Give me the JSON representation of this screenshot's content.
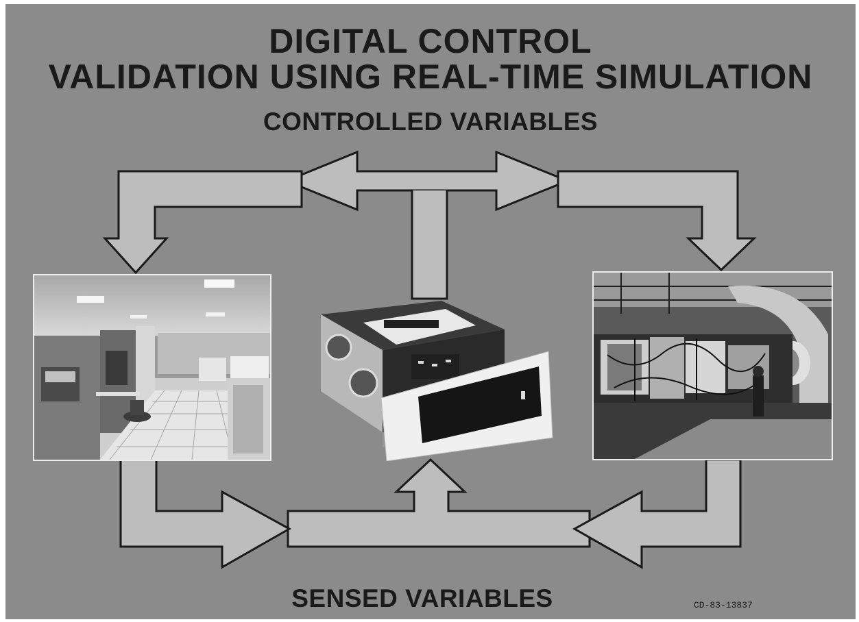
{
  "title": {
    "line1": "DIGITAL CONTROL",
    "line2": "VALIDATION USING REAL-TIME SIMULATION"
  },
  "labels": {
    "controlled": "CONTROLLED VARIABLES",
    "sensed": "SENSED VARIABLES"
  },
  "document_id": "CD-83-13837",
  "colors": {
    "background": "#8b8b8b",
    "arrow_fill": "#bdbdbd",
    "arrow_outline": "#1a1a1a",
    "text": "#1a1a1a"
  }
}
